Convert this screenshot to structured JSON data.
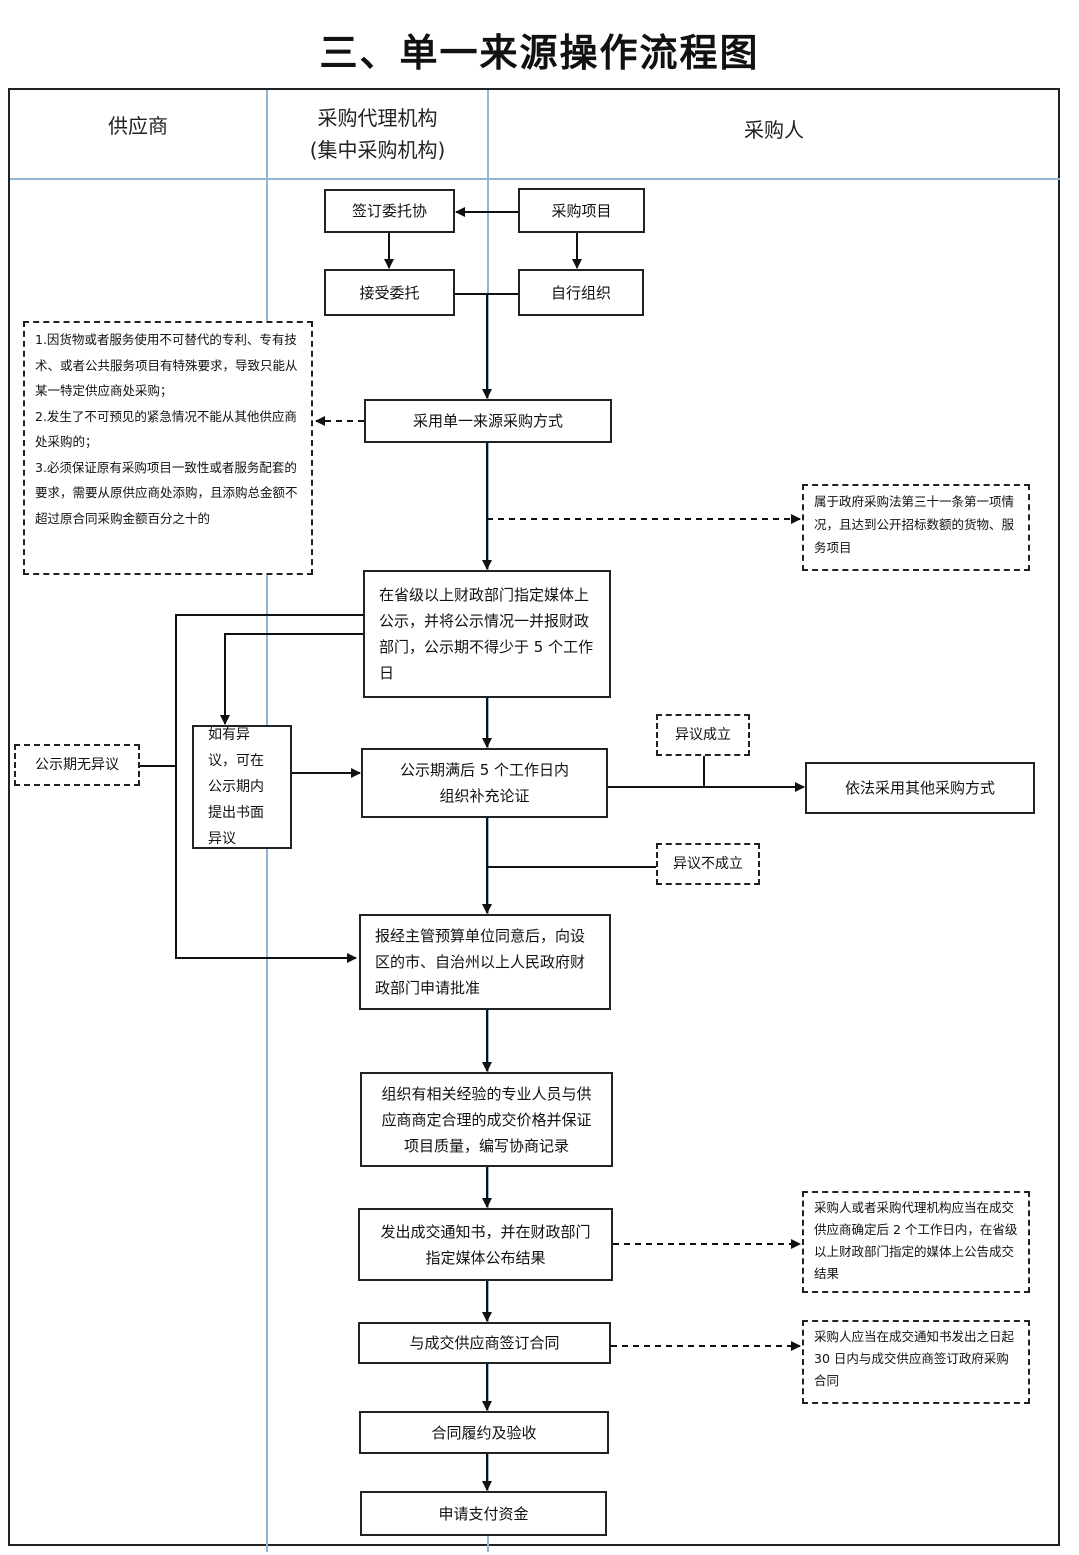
{
  "title": "三、单一来源操作流程图",
  "lanes": {
    "supplier": "供应商",
    "agency_line1": "采购代理机构",
    "agency_line2": "(集中采购机构)",
    "purchaser": "采购人"
  },
  "nodes": {
    "sign_contract": "签订委托协",
    "procurement_project": "采购项目",
    "accept_entrust": "接受委托",
    "self_organize": "自行组织",
    "adopt_single_source": "采用单一来源采购方式",
    "publicize": "在省级以上财政部门指定媒体上公示，并将公示情况一并报财政部门，公示期不得少于 5 个工作日",
    "objection_submit": "如有异议，可在公示期内提出书面异议",
    "demonstration": "公示期满后 5 个工作日内组织补充论证",
    "other_method": "依法采用其他采购方式",
    "apply_approval": "报经主管预算单位同意后，向设区的市、自治州以上人民政府财政部门申请批准",
    "negotiate": "组织有相关经验的专业人员与供应商商定合理的成交价格并保证项目质量，编写协商记录",
    "issue_notice": "发出成交通知书，并在财政部门指定媒体公布结果",
    "sign_with_supplier": "与成交供应商签订合同",
    "performance": "合同履约及验收",
    "apply_payment": "申请支付资金"
  },
  "notes": {
    "conditions": "1.因货物或者服务使用不可替代的专利、专有技术、或者公共服务项目有特殊要求，导致只能从某一特定供应商处采购；\n2.发生了不可预见的紧急情况不能从其他供应商处采购的；\n3.必须保证原有采购项目一致性或者服务配套的要求，需要从原供应商处添购，且添购总金额不超过原合同采购金额百分之十的",
    "law_31": "属于政府采购法第三十一条第一项情况，且达到公开招标数额的货物、服务项目",
    "no_objection": "公示期无异议",
    "objection_valid": "异议成立",
    "objection_invalid": "异议不成立",
    "announce_rule": "采购人或者采购代理机构应当在成交供应商确定后 2 个工作日内，在省级以上财政部门指定的媒体上公告成交结果",
    "contract_rule": "采购人应当在成交通知书发出之日起 30 日内与成交供应商签订政府采购合同"
  }
}
